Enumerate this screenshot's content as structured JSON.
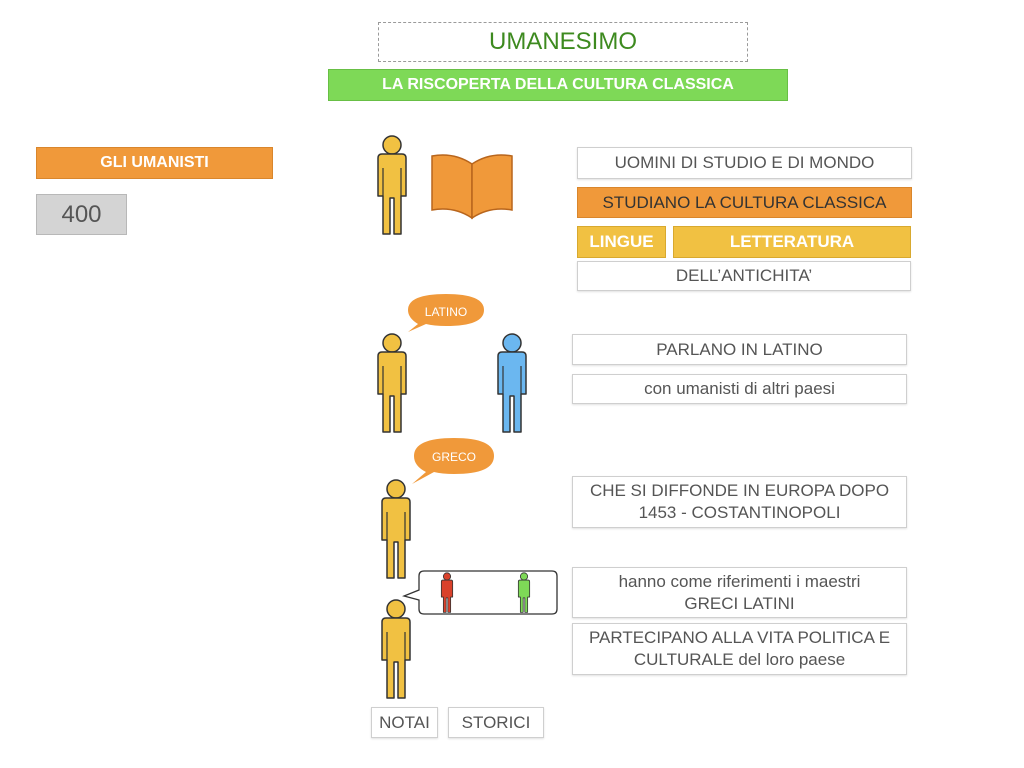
{
  "header": {
    "title": "UMANESIMO",
    "subtitle": "LA RISCOPERTA DELLA CULTURA CLASSICA"
  },
  "left": {
    "label": "GLI UMANISTI",
    "century": "400"
  },
  "section1": {
    "line1": "UOMINI DI STUDIO E DI MONDO",
    "line2": "STUDIANO LA CULTURA CLASSICA",
    "lingue": "LINGUE",
    "letteratura": "LETTERATURA",
    "line4": "DELL’ANTICHITA’"
  },
  "section2": {
    "bubble": "LATINO",
    "line1": "PARLANO IN LATINO",
    "line2": "con umanisti di altri paesi"
  },
  "section3": {
    "bubble": "GRECO",
    "line1a": "CHE SI DIFFONDE IN EUROPA DOPO",
    "line1b": "1453 - COSTANTINOPOLI"
  },
  "section4": {
    "line1a": "hanno come riferimenti i maestri",
    "line1b": "GRECI LATINI",
    "line2a": "PARTECIPANO ALLA VITA POLITICA E",
    "line2b": "CULTURALE del loro paese"
  },
  "footer": {
    "notai": "NOTAI",
    "storici": "STORICI"
  },
  "colors": {
    "green_title": "#3d8a1f",
    "green_banner": "#7ed957",
    "orange": "#f0993a",
    "yellow": "#f1c142",
    "blue_person": "#6bb7f0",
    "red_person": "#d9412b",
    "green_person": "#7ed957"
  }
}
